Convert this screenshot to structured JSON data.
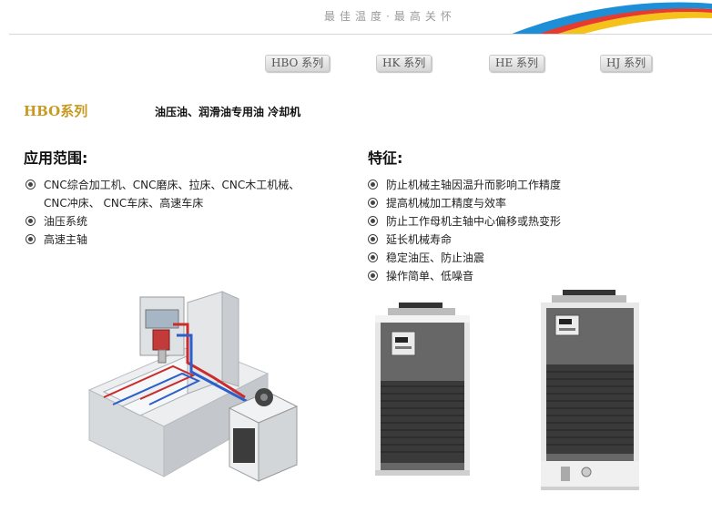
{
  "header": {
    "slogan": "最佳温度·最高关怀",
    "colors": {
      "swoosh_blue": "#1e8fd6",
      "swoosh_yellow": "#f5c21a"
    }
  },
  "tabs": [
    {
      "label": "HBO 系列"
    },
    {
      "label": "HK 系列"
    },
    {
      "label": "HE 系列"
    },
    {
      "label": "HJ 系列"
    }
  ],
  "series": {
    "title": "HBO系列",
    "description": "油压油、润滑油专用油 冷却机"
  },
  "applications": {
    "heading": "应用范围:",
    "items": [
      "CNC综合加工机、CNC磨床、拉床、CNC木工机械、",
      "CNC冲床、 CNC车床、高速车床",
      "油压系统",
      "高速主轴"
    ]
  },
  "features": {
    "heading": "特征:",
    "items": [
      "防止机械主轴因温升而影响工作精度",
      "提高机械加工精度与效率",
      "防止工作母机主轴中心偏移或热变形",
      "延长机械寿命",
      "稳定油压、防止油震",
      "操作简单、低噪音"
    ]
  },
  "images": {
    "machine_diagram": "cnc-machine-with-chiller-illustration",
    "chiller_small": "oil-chiller-unit-small-photo",
    "chiller_large": "oil-chiller-unit-large-photo"
  }
}
